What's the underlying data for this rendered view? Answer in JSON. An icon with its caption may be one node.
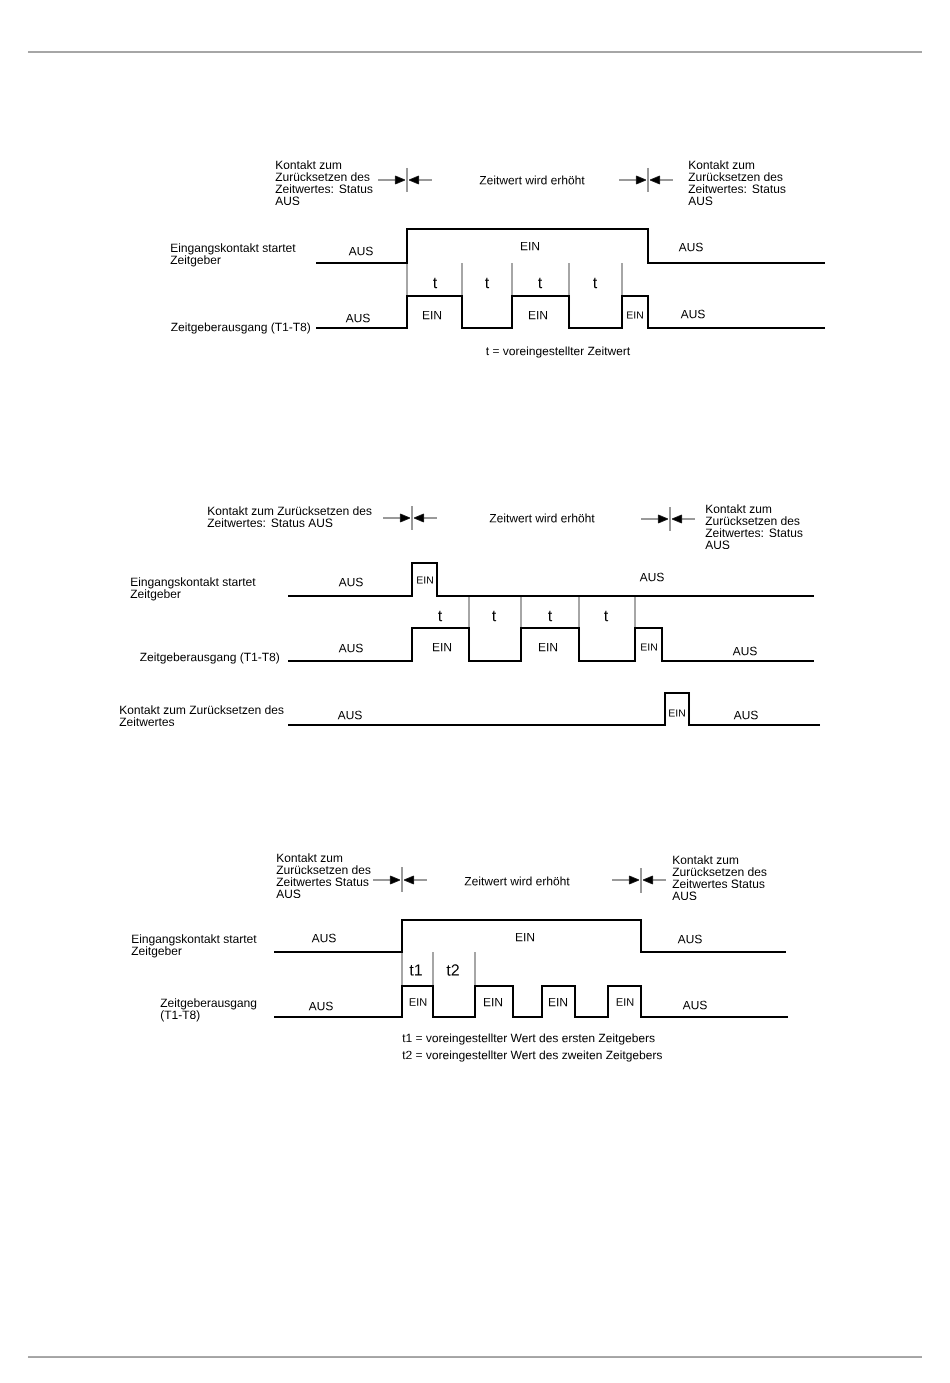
{
  "diagram": {
    "labels": [
      "Kontakt zum Zurücksetzen des Zeitwertes: Status AUS",
      "Zeitwert wird erhöht",
      "Kontakt zum Zurücksetzen des Zeitwertes: Status AUS",
      "Eingangskontakt startet Zeitgeber",
      "AUS",
      "EIN",
      "AUS",
      "t",
      "t",
      "t",
      "t",
      "Zeitgeberausgang (T1-T8)",
      "AUS",
      "EIN",
      "EIN",
      "EIN",
      "AUS",
      "t = voreingestellter Zeitwert",
      "Kontakt zum Zurücksetzen des Zeitwertes: Status AUS",
      "Zeitwert wird erhöht",
      "Kontakt zum Zurücksetzen des Zeitwertes: Status AUS",
      "Eingangskontakt startet Zeitgeber",
      "AUS",
      "EIN",
      "AUS",
      "t",
      "t",
      "t",
      "t",
      "Zeitgeberausgang (T1-T8)",
      "AUS",
      "EIN",
      "EIN",
      "EIN",
      "AUS",
      "Kontakt zum Zurücksetzen des Zeitwertes",
      "AUS",
      "EIN",
      "AUS",
      "Kontakt zum Zurücksetzen des Zeitwertes Status AUS",
      "Zeitwert wird erhöht",
      "Kontakt zum Zurücksetzen des Zeitwertes Status AUS",
      "Eingangskontakt startet Zeitgeber",
      "AUS",
      "EIN",
      "AUS",
      "t1",
      "t2",
      "Zeitgeberausgang (T1-T8)",
      "AUS",
      "EIN",
      "EIN",
      "EIN",
      "EIN",
      "AUS",
      "t1 = voreingestellter Wert des ersten Zeitgebers",
      "t2 = voreingestellter Wert des zweiten Zeitgebers"
    ]
  }
}
